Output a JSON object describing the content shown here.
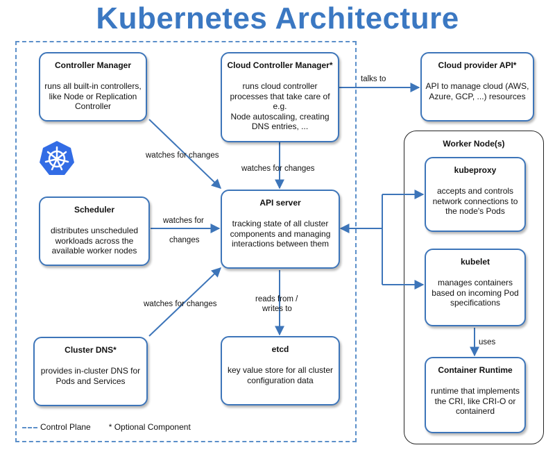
{
  "title": "Kubernetes Architecture",
  "worker_node_title": "Worker Node(s)",
  "components": {
    "controller_manager": {
      "title": "Controller Manager",
      "desc": "runs all built-in controllers, like Node or Replication Controller"
    },
    "cloud_controller_manager": {
      "title": "Cloud Controller Manager*",
      "desc": "runs cloud controller processes that take care of e.g.\nNode autoscaling, creating DNS entries, ..."
    },
    "cloud_provider_api": {
      "title": "Cloud provider API*",
      "desc": "API to manage cloud (AWS, Azure, GCP, ...) resources"
    },
    "scheduler": {
      "title": "Scheduler",
      "desc": "distributes unscheduled workloads across the available worker nodes"
    },
    "api_server": {
      "title": "API server",
      "desc": "tracking state of all cluster components and managing interactions between them"
    },
    "cluster_dns": {
      "title": "Cluster DNS*",
      "desc": "provides in-cluster DNS for Pods and Services"
    },
    "etcd": {
      "title": "etcd",
      "desc": "key value store for all cluster configuration data"
    },
    "kubeproxy": {
      "title": "kubeproxy",
      "desc": "accepts and controls network connections to the node's Pods"
    },
    "kubelet": {
      "title": "kubelet",
      "desc": "manages containers based on incoming Pod specifications"
    },
    "container_runtime": {
      "title": "Container Runtime",
      "desc": "runtime that implements the CRI, like CRI-O or containerd"
    }
  },
  "edge_labels": {
    "talks_to": "talks to",
    "cm_watches": "watches for changes",
    "ccm_watches": "watches for changes",
    "sched_watches_1": "watches for",
    "sched_watches_2": "changes",
    "dns_watches": "watches for changes",
    "reads_writes_1": "reads from /",
    "reads_writes_2": "writes to",
    "uses": "uses"
  },
  "legend": {
    "control_plane": "Control Plane",
    "optional": "* Optional Component"
  },
  "colors": {
    "title": "#3b78c2",
    "box_border": "#3d75b9",
    "arrow": "#3d75b9",
    "control_plane_dash": "#5b8fc9",
    "logo": "#326ce5"
  },
  "icons": [
    "kubernetes-logo-icon"
  ]
}
